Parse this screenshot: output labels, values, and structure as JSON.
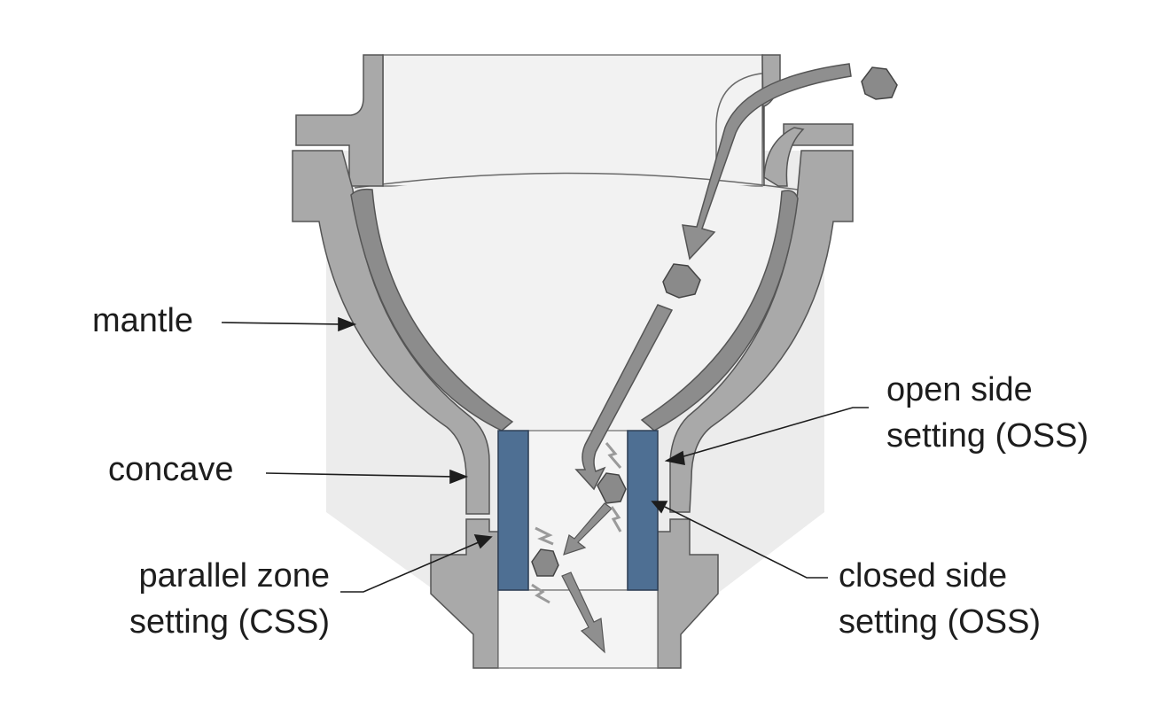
{
  "labels": {
    "mantle": "mantle",
    "concave": "concave",
    "parallel_zone": {
      "line1": "parallel zone",
      "line2": "setting (CSS)"
    },
    "open_side": {
      "line1": "open side",
      "line2": "setting (OSS)"
    },
    "closed_side": {
      "line1": "closed side",
      "line2": "setting (OSS)"
    }
  },
  "colors": {
    "casing": "#a9a9a9",
    "casing_stroke": "#555555",
    "liner": "#8c8c8c",
    "background_body": "#ececec",
    "chamber": "#f3f3f3",
    "parallel_plates": "#4e6f93",
    "arrows": "#8f8f8f",
    "rock": "#8a8a8a"
  }
}
